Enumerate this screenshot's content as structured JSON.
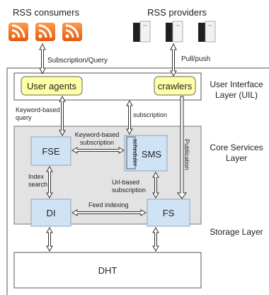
{
  "title_consumers": "RSS consumers",
  "title_providers": "RSS providers",
  "layers": {
    "uil": [
      "User Interface",
      "Layer (UIL)"
    ],
    "core": [
      "Core Services",
      "Layer"
    ],
    "storage": "Storage Layer"
  },
  "boxes": {
    "user_agents": "User agents",
    "crawlers": "crawlers",
    "fse": "FSE",
    "sms": "SMS",
    "scheduler": "scheduler",
    "di": "DI",
    "fs": "FS",
    "dht": "DHT"
  },
  "edge_labels": {
    "subscription_query": "Subscription/Query",
    "pull_push": "Pull/push",
    "keyword_based_query": [
      "Keyword-based",
      "query"
    ],
    "subscription": "subscription",
    "keyword_based_subscription": [
      "Keyword-based",
      "subscription"
    ],
    "publication": "Publication",
    "index_search": [
      "Index",
      "search"
    ],
    "url_based_subscription": [
      "Url-based",
      "subscription"
    ],
    "feed_indexing": "Feed indexing"
  },
  "colors": {
    "rss_orange": "#ee6a1a",
    "node_blue": "#cfe3f5",
    "agent_yellow": "#ffffa6",
    "core_gray": "#e3e3e3",
    "server_dark": "#1f1f1f"
  },
  "icons": {
    "consumers": "rss-feed-icon",
    "providers": "server-tower-icon"
  }
}
